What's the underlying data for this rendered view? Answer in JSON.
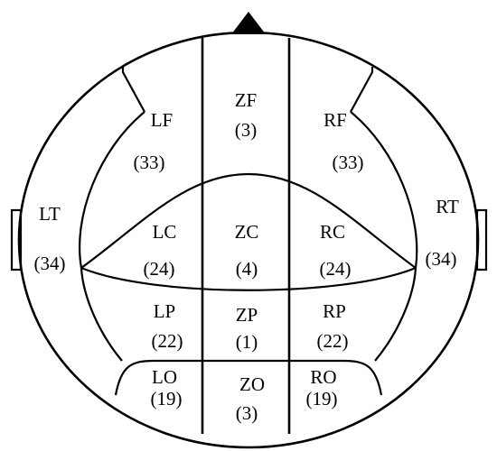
{
  "regions": {
    "lf": {
      "label": "LF",
      "count": "(33)"
    },
    "zf": {
      "label": "ZF",
      "count": "(3)"
    },
    "rf": {
      "label": "RF",
      "count": "(33)"
    },
    "lt": {
      "label": "LT",
      "count": "(34)"
    },
    "rt": {
      "label": "RT",
      "count": "(34)"
    },
    "lc": {
      "label": "LC",
      "count": "(24)"
    },
    "zc": {
      "label": "ZC",
      "count": "(4)"
    },
    "rc": {
      "label": "RC",
      "count": "(24)"
    },
    "lp": {
      "label": "LP",
      "count": "(22)"
    },
    "zp": {
      "label": "ZP",
      "count": "(1)"
    },
    "rp": {
      "label": "RP",
      "count": "(22)"
    },
    "lo": {
      "label": "LO",
      "count": "(19)"
    },
    "zo": {
      "label": "ZO",
      "count": "(3)"
    },
    "ro": {
      "label": "RO",
      "count": "(19)"
    }
  }
}
